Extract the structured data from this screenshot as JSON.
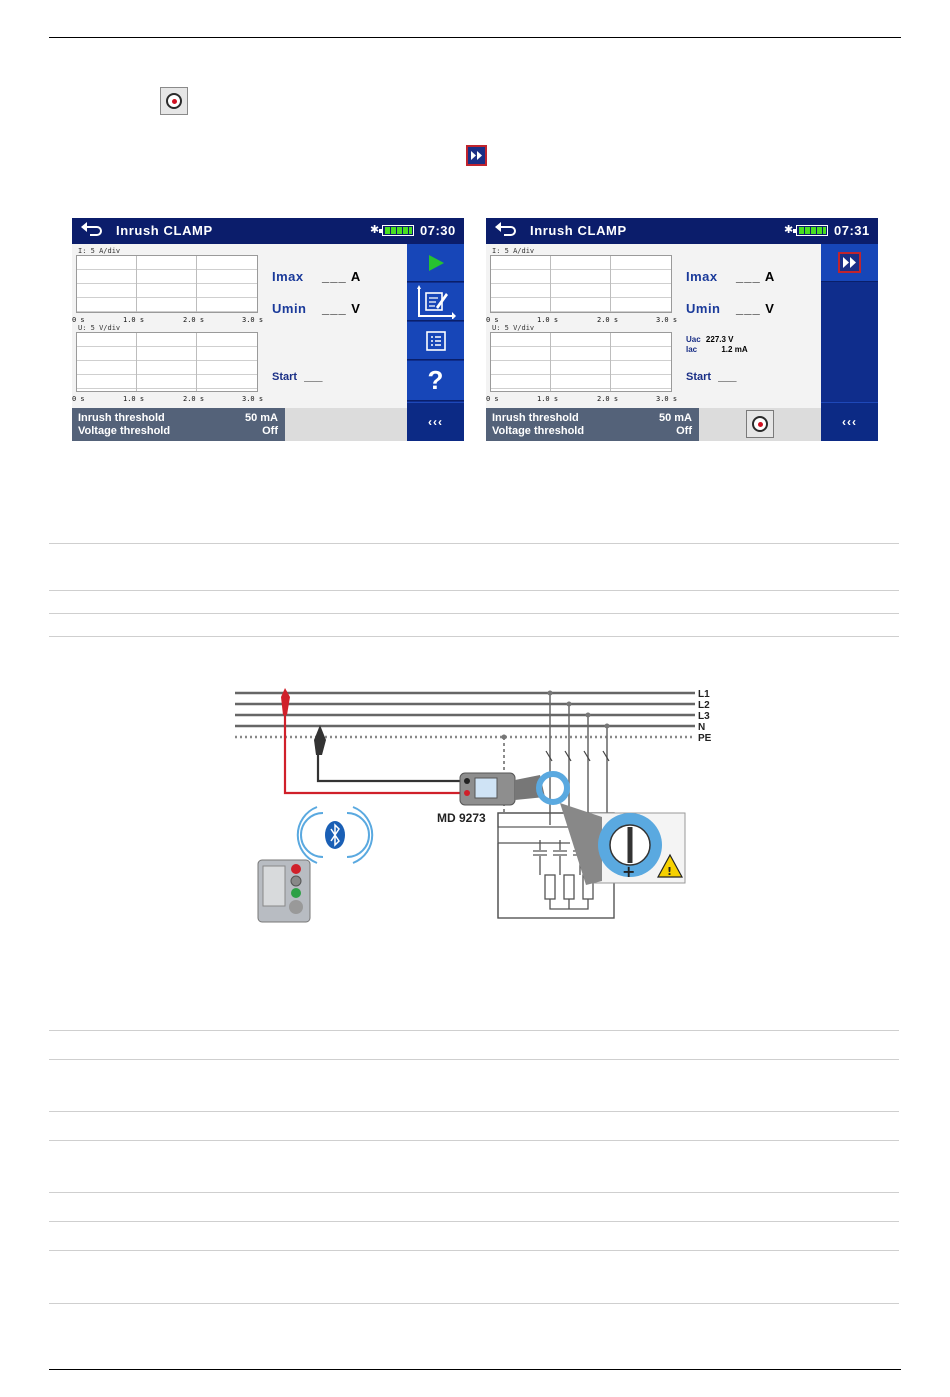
{
  "screens": [
    {
      "title": "Inrush  CLAMP",
      "clock": "07:30",
      "graph1_label": "I: 5 A/div",
      "graph2_label": "U: 5 V/div",
      "time_ticks": [
        "0 s",
        "1.0 s",
        "2.0 s",
        "3.0 s"
      ],
      "imax_label": "Imax",
      "imax_value": "___ A",
      "umin_label": "Umin",
      "umin_value": "___ V",
      "start_label": "Start",
      "start_value": "___",
      "status": {
        "inrush_label": "Inrush threshold",
        "inrush_value": "50 mA",
        "voltage_label": "Voltage threshold",
        "voltage_value": "Off"
      },
      "sidebar": [
        "start-icon",
        "edit-parameters-icon",
        "list-icon",
        "help-icon"
      ],
      "help_glyph": "?",
      "back_glyph": "‹‹‹"
    },
    {
      "title": "Inrush  CLAMP",
      "clock": "07:31",
      "graph1_label": "I: 5 A/div",
      "graph2_label": "U: 5 V/div",
      "time_ticks": [
        "0 s",
        "1.0 s",
        "2.0 s",
        "3.0 s"
      ],
      "imax_label": "Imax",
      "imax_value": "___ A",
      "umin_label": "Umin",
      "umin_value": "___ V",
      "uac_label": "Uac",
      "uac_value": "227.3 V",
      "iac_label": "Iac",
      "iac_value": "1.2 mA",
      "start_label": "Start",
      "start_value": "___",
      "status": {
        "inrush_label": "Inrush threshold",
        "inrush_value": "50 mA",
        "voltage_label": "Voltage threshold",
        "voltage_value": "Off"
      },
      "sidebar": [
        "fast-forward-icon"
      ],
      "back_glyph": "‹‹‹"
    }
  ],
  "diagram": {
    "lines": [
      "L1",
      "L2",
      "L3",
      "N",
      "PE"
    ],
    "device_label": "MD 9273"
  },
  "colors": {
    "title_bar": "#0b1d6b",
    "sidebar": "#0f2d8c",
    "label_blue": "#1a3a9a",
    "clamp_blue": "#5aa9e0",
    "probe_red": "#d0202a"
  }
}
